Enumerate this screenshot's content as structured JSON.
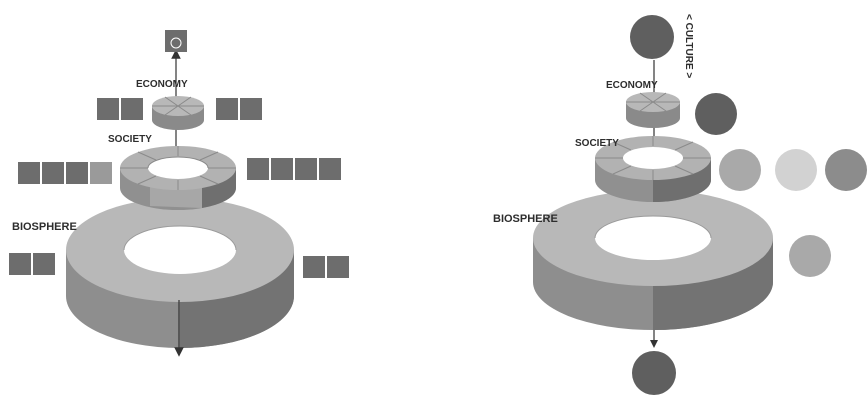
{
  "left": {
    "labels": {
      "economy": "ECONOMY",
      "society": "SOCIETY",
      "biosphere": "BIOSPHERE"
    }
  },
  "right": {
    "labels": {
      "economy": "ECONOMY",
      "society": "SOCIETY",
      "biosphere": "BIOSPHERE",
      "culture": "< CULTURE >"
    }
  },
  "colors": {
    "ring_top": "#b5b5b5",
    "ring_side_light": "#8e8e8e",
    "ring_side_dark": "#6e6e6e",
    "ring_segment_dark": "#7a7a7a",
    "tile": "#6d6d6d",
    "circle_dark": "#5f5f5f",
    "circle_light": "#c9c9c9"
  }
}
